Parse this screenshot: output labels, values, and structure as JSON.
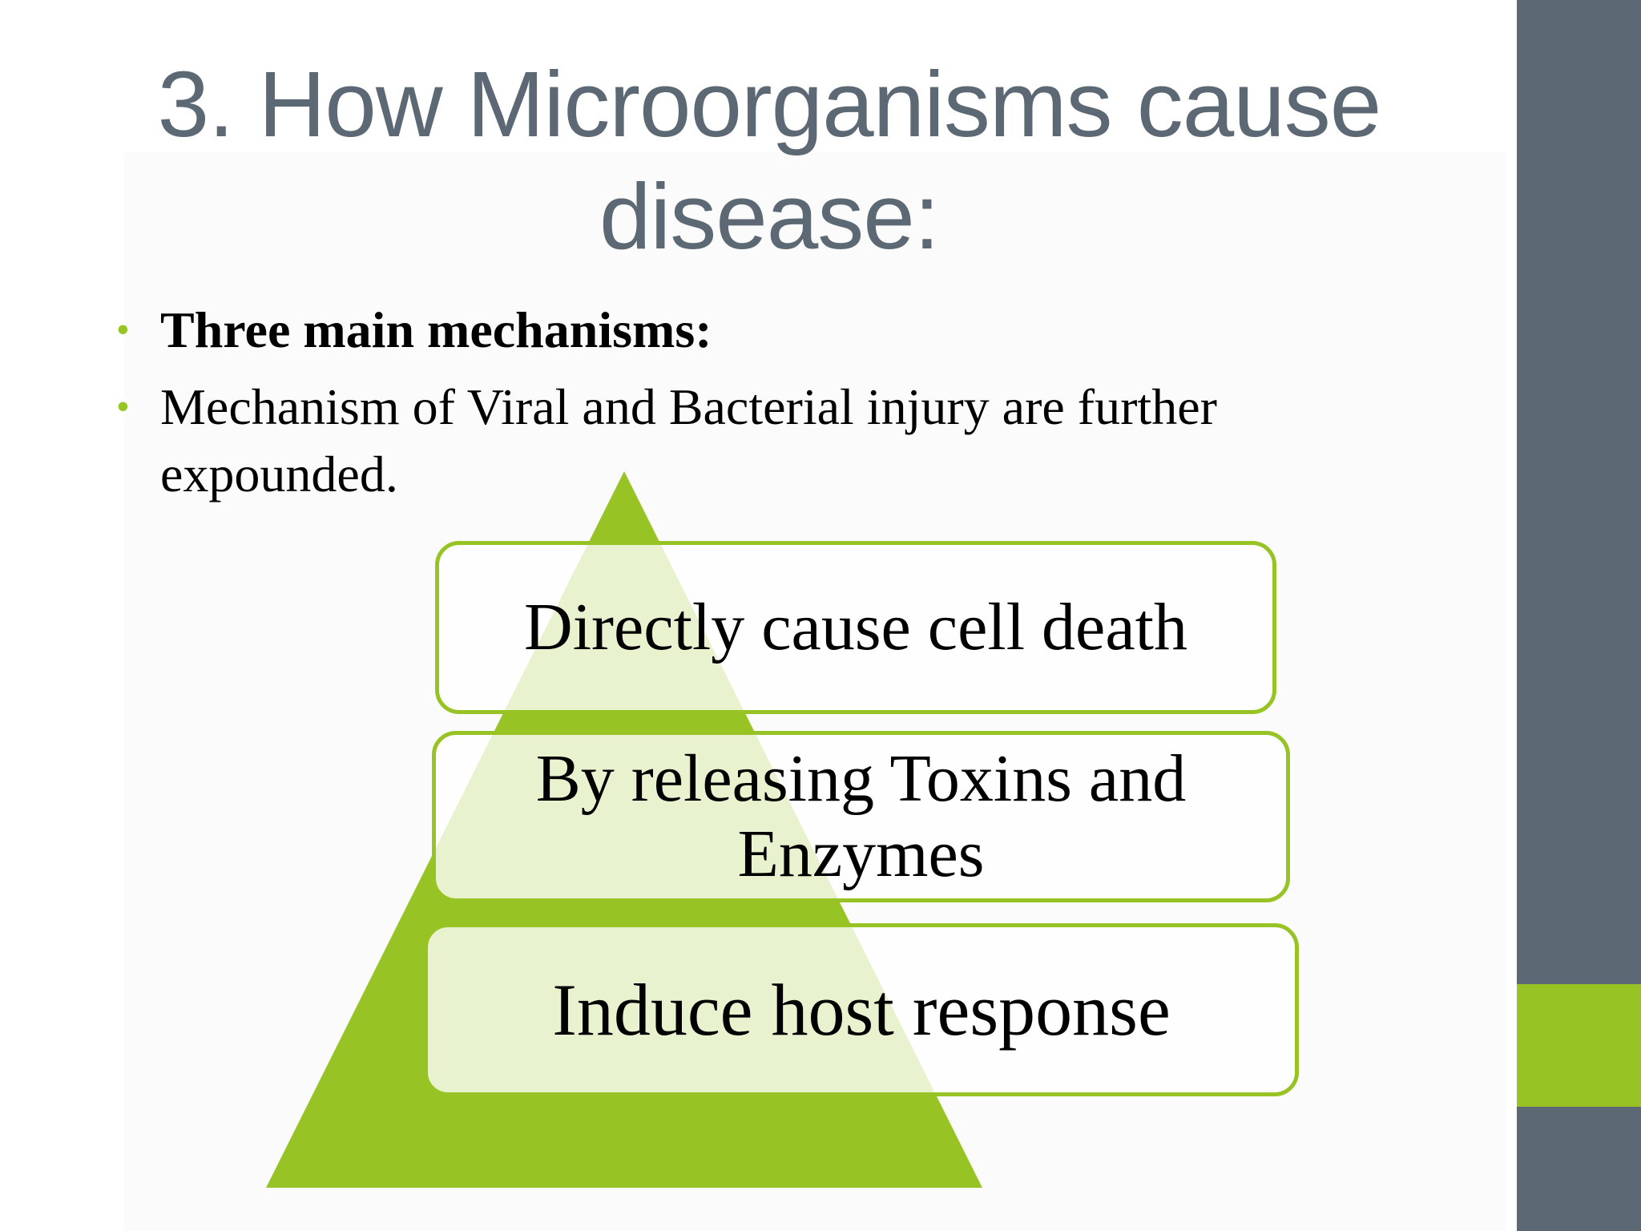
{
  "slide": {
    "title_lines": [
      "3. How Microorganisms cause",
      "disease:"
    ],
    "bullets": [
      {
        "text": "Three main mechanisms:",
        "bold": true
      },
      {
        "text": "Mechanism of Viral and Bacterial injury are further expounded.",
        "bold": false
      }
    ]
  },
  "diagram": {
    "levels": [
      {
        "label": "Directly cause cell death"
      },
      {
        "label": "By releasing Toxins and Enzymes"
      },
      {
        "label": "Induce host response"
      }
    ]
  },
  "colors": {
    "accent_green": "#97c424",
    "sidebar_slate": "#5c6873",
    "title_color": "#5c6873"
  }
}
